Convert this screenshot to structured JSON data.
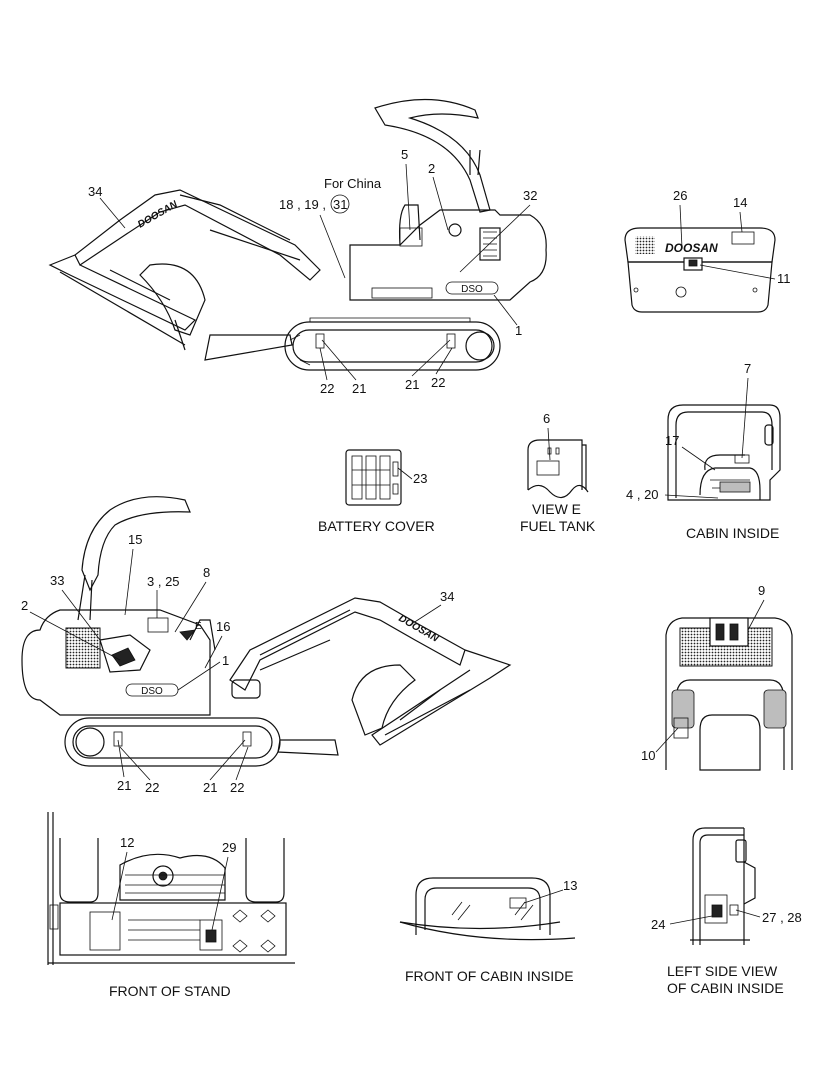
{
  "labels": {
    "for_china": "For China",
    "l_34_top": "34",
    "l_18_19_31a": "18 , 19 ,",
    "l_31": "31",
    "l_5": "5",
    "l_2_top": "2",
    "l_32": "32",
    "l_1_top": "1",
    "l_22_a": "22",
    "l_21_a": "21",
    "l_21_b": "21",
    "l_22_b": "22",
    "l_26": "26",
    "l_14": "14",
    "l_11": "11",
    "l_7": "7",
    "l_17": "17",
    "l_4_20": "4 , 20",
    "l_6": "6",
    "l_23": "23",
    "l_15": "15",
    "l_33": "33",
    "l_3_25": "3 , 25",
    "l_8": "8",
    "l_2_bot": "2",
    "l_16": "16",
    "l_e": "E",
    "l_1_bot": "1",
    "l_34_bot": "34",
    "l_9": "9",
    "l_10": "10",
    "l_21_c": "21",
    "l_22_c": "22",
    "l_21_d": "21",
    "l_22_d": "22",
    "l_12": "12",
    "l_29": "29",
    "l_13": "13",
    "l_24": "24",
    "l_27_28": "27 , 28"
  },
  "captions": {
    "battery_cover": "BATTERY COVER",
    "view_e": "VIEW  E",
    "fuel_tank": "FUEL TANK",
    "cabin_inside": "CABIN INSIDE",
    "front_of_stand": "FRONT OF STAND",
    "front_of_cabin_inside": "FRONT OF CABIN INSIDE",
    "left_side_view_1": "LEFT SIDE VIEW",
    "left_side_view_2": "OF CABIN INSIDE"
  },
  "brand": {
    "logo_text": "DOOSAN",
    "model_badge": "DSO"
  }
}
